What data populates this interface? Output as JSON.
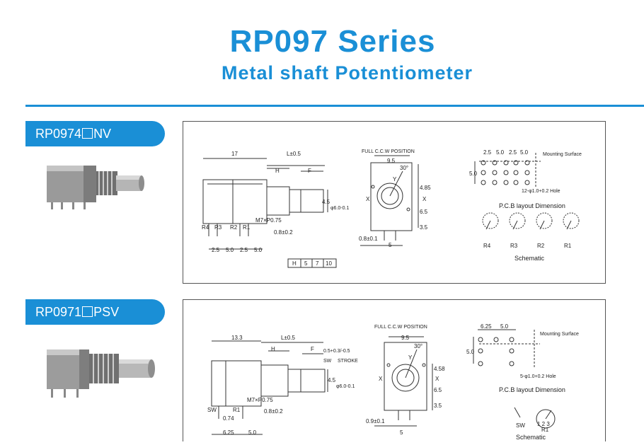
{
  "header": {
    "title": "RP097 Series",
    "subtitle": "Metal shaft Potentiometer"
  },
  "products": [
    {
      "model_prefix": "RP0974",
      "model_suffix": "NV",
      "drawing": {
        "dims": {
          "len17": "17",
          "l": "L±0.5",
          "h": "H",
          "f": "F",
          "d45": "4.5",
          "dia": "φ6.0-0.1",
          "thread": "M7×P0.75",
          "pin": "0.8±0.2",
          "s25a": "2.5",
          "s50a": "5.0",
          "s25b": "2.5",
          "s50b": "5.0"
        },
        "pins": [
          "R4",
          "R3",
          "R2",
          "R1"
        ],
        "table": [
          "H",
          "5",
          "7",
          "10"
        ],
        "front": {
          "label": "FULL C.C.W POSITION",
          "w95": "9.5",
          "angle": "30°",
          "y": "Y",
          "x": "X",
          "h485": "4.85",
          "h65": "6.5",
          "h35": "3.5",
          "pin": "0.8±0.1",
          "w5": "5"
        },
        "pcb": {
          "top": [
            "2.5",
            "5.0",
            "2.5",
            "5.0"
          ],
          "side": "5.0",
          "mounting": "Mounting Surface",
          "hole": "12-φ1.0+0.2 Hole",
          "layout_title": "P.C.B layout Dimension",
          "schematic": "Schematic",
          "sch_labels": [
            "R4",
            "R3",
            "R2",
            "R1"
          ]
        }
      }
    },
    {
      "model_prefix": "RP0971",
      "model_suffix": "PSV",
      "drawing": {
        "dims": {
          "len": "13.3",
          "l": "L±0.5",
          "h": "H",
          "f": "F",
          "stroke_val": "0.5+0.3/-0.5",
          "sw": "SW",
          "stroke": "STROKE",
          "d45": "4.5",
          "dia": "φ6.0-0.1",
          "thread": "M7×P0.75",
          "pin": "0.8±0.2",
          "d074": "0.74",
          "s625": "6.25",
          "s50": "5.0"
        },
        "pins": [
          "SW",
          "R1"
        ],
        "front": {
          "label": "FULL C.C.W POSITION",
          "w95": "9.5",
          "angle": "30°",
          "y": "Y",
          "x": "X",
          "h458": "4.58",
          "h65": "6.5",
          "h35": "3.5",
          "pin": "0.9±0.1",
          "w5": "5"
        },
        "pcb": {
          "top": [
            "6.25",
            "5.0"
          ],
          "side": "5.0",
          "mounting": "Mounting Surface",
          "hole": "5-φ1.0+0.2 Hole",
          "layout_title": "P.C.B layout Dimension",
          "sch_sw": "SW",
          "sch_pins": "1 2 3",
          "sch_r": "R1",
          "schematic": "Schematic"
        }
      }
    }
  ]
}
